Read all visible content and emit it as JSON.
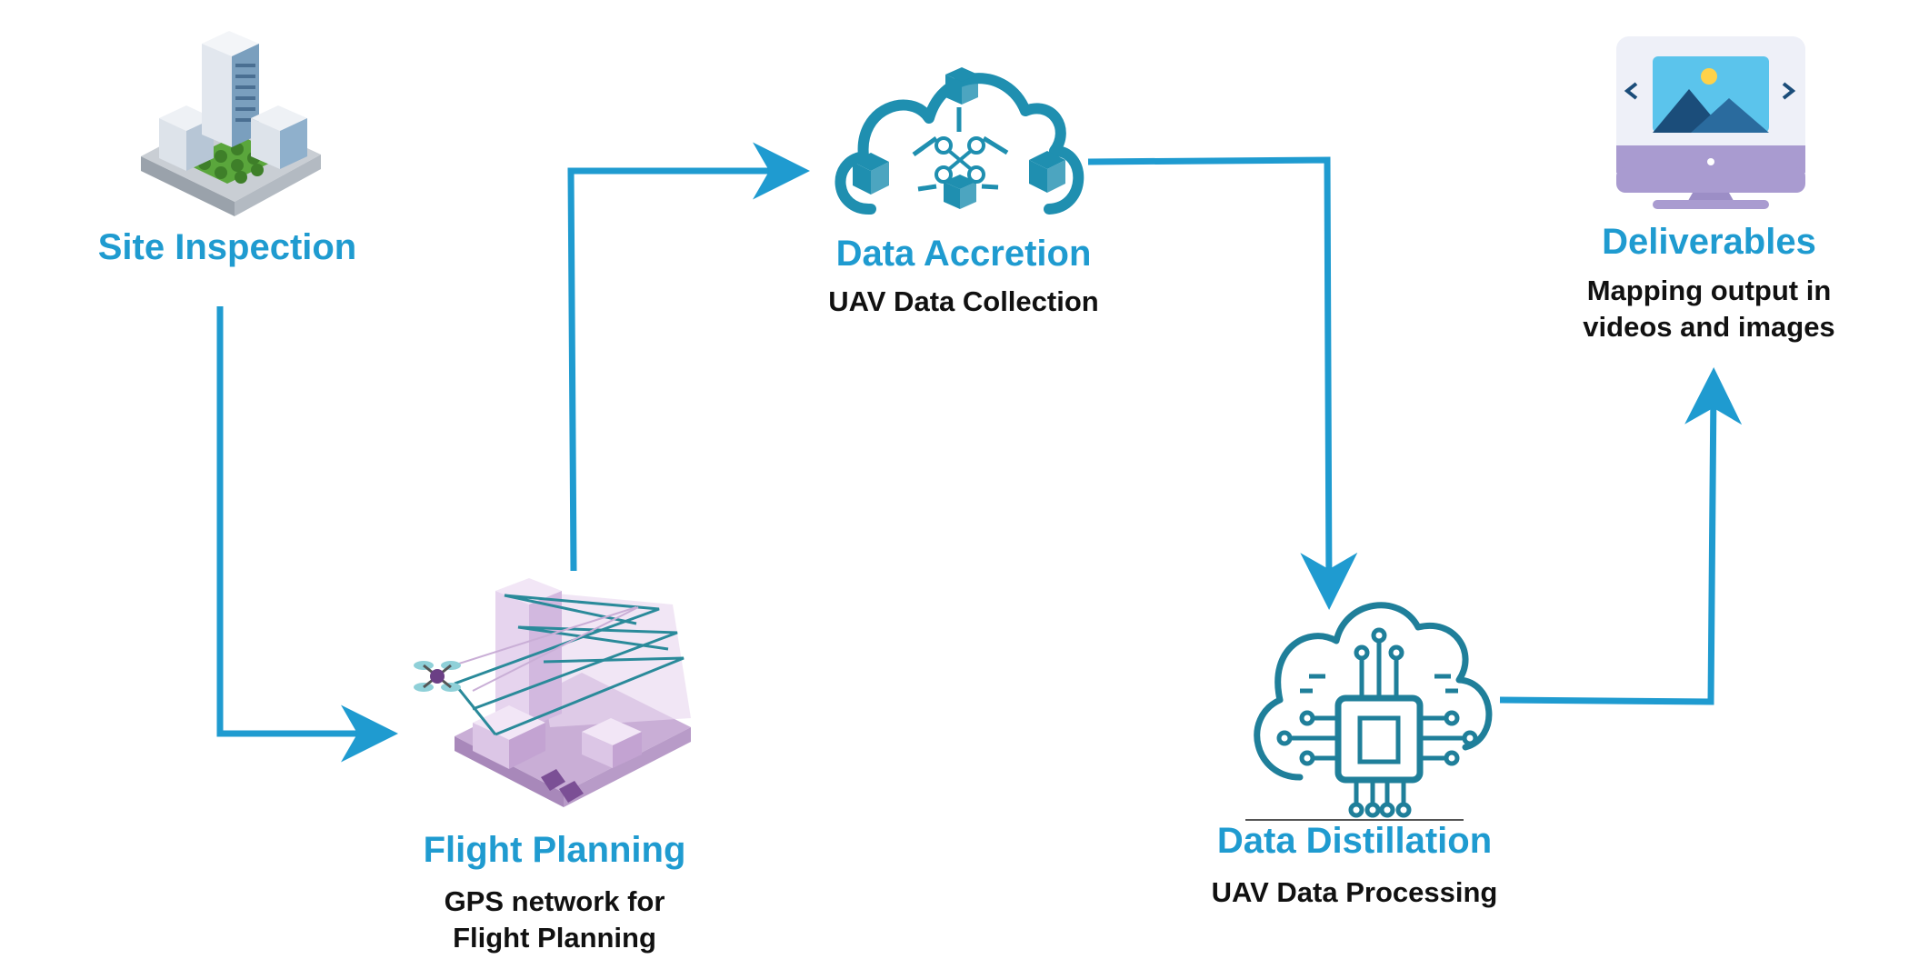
{
  "colors": {
    "accent": "#1f9bd0",
    "icon_teal": "#1f8fb0",
    "subtitle": "#111111",
    "lavender": "#d9c3e3",
    "purple": "#8a5fa3",
    "building_blue": "#7a9fbe",
    "grass": "#5aa63c"
  },
  "stages": [
    {
      "id": "site-inspection",
      "title": "Site Inspection",
      "subtitle": [],
      "icon": "city-buildings-icon"
    },
    {
      "id": "flight-planning",
      "title": "Flight Planning",
      "subtitle": [
        "GPS network for",
        "Flight Planning"
      ],
      "icon": "drone-flight-grid-icon"
    },
    {
      "id": "data-accretion",
      "title": "Data Accretion",
      "subtitle": [
        "UAV Data Collection"
      ],
      "icon": "cloud-drone-network-icon"
    },
    {
      "id": "data-distillation",
      "title": "Data Distillation",
      "subtitle": [
        "UAV Data Processing"
      ],
      "icon": "cloud-chip-circuit-icon"
    },
    {
      "id": "deliverables",
      "title": "Deliverables",
      "subtitle": [
        "Mapping output in",
        "videos and images"
      ],
      "icon": "monitor-image-icon"
    }
  ],
  "connectors": [
    {
      "from": "site-inspection",
      "to": "flight-planning"
    },
    {
      "from": "flight-planning",
      "to": "data-accretion"
    },
    {
      "from": "data-accretion",
      "to": "data-distillation"
    },
    {
      "from": "data-distillation",
      "to": "deliverables"
    }
  ]
}
